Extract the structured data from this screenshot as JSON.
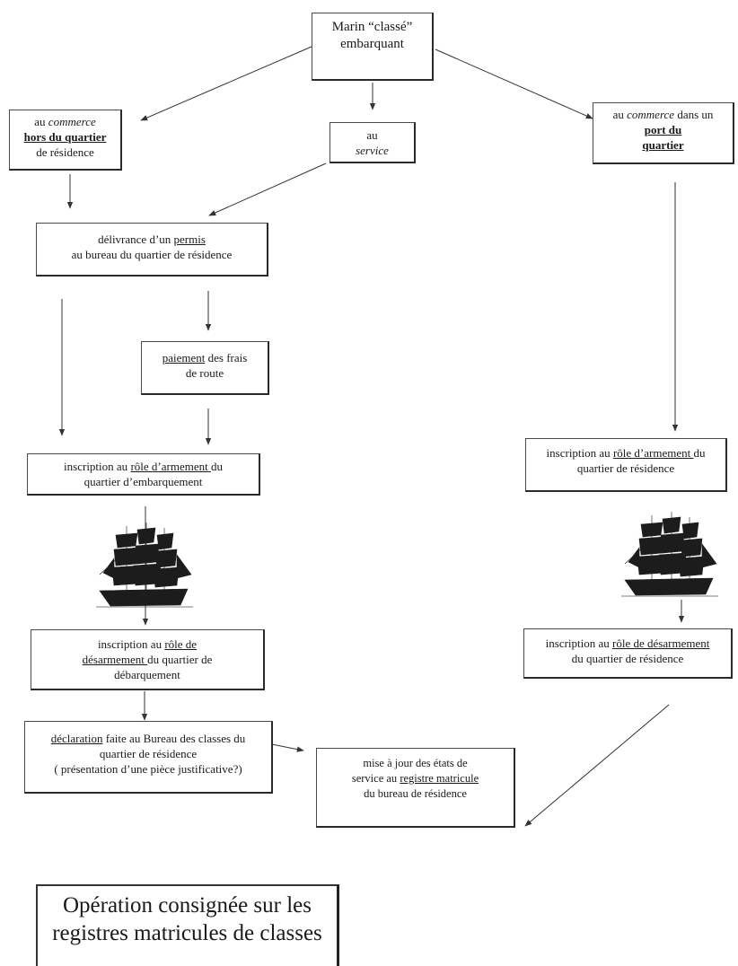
{
  "nodes": {
    "start": {
      "line1": "Marin “classé”",
      "line2": "embarquant"
    },
    "commerce_hors": {
      "pre": "au ",
      "italic": "commerce",
      "bold_underline": "hors du quartier",
      "post": "de résidence"
    },
    "service": {
      "line1": "au",
      "italic": "service"
    },
    "commerce_port": {
      "pre": "au ",
      "italic": "commerce",
      "mid": " dans un",
      "bold_underline_1": "port du",
      "bold_underline_2": "quartier"
    },
    "permis": {
      "pre": "délivrance d’un ",
      "underline": "permis",
      "line2": "au bureau du quartier de résidence"
    },
    "paiement": {
      "underline": "paiement",
      "post": " des frais",
      "line2": "de route"
    },
    "role_armement_emb": {
      "pre": "inscription au ",
      "underline": "rôle d’armement ",
      "post": "du",
      "line2": "quartier d’embarquement"
    },
    "role_armement_res": {
      "pre": "inscription au ",
      "underline": "rôle d’armement ",
      "post": "du",
      "line2": "quartier de résidence"
    },
    "role_desarmement_deb": {
      "pre": "inscription au ",
      "underline_1": "rôle de",
      "underline_2": "désarmement ",
      "post": "du quartier de",
      "line3": "débarquement"
    },
    "role_desarmement_res": {
      "pre": "inscription au ",
      "underline": "rôle de désarmement",
      "line2": "du quartier de résidence"
    },
    "declaration": {
      "underline": "déclaration",
      "post": " faite au Bureau des classes du",
      "line2": "quartier de résidence",
      "line3": "( présentation d’une pièce justificative?)"
    },
    "mise_a_jour": {
      "line1": "mise à jour des états de",
      "pre": "service au ",
      "underline": "registre matricule",
      "line3": "du bureau de résidence"
    }
  },
  "legend": {
    "line1": "Opération consignée sur les",
    "line2": "registres matricules de classes"
  },
  "icons": {
    "ship": "sailing-ship-icon"
  }
}
